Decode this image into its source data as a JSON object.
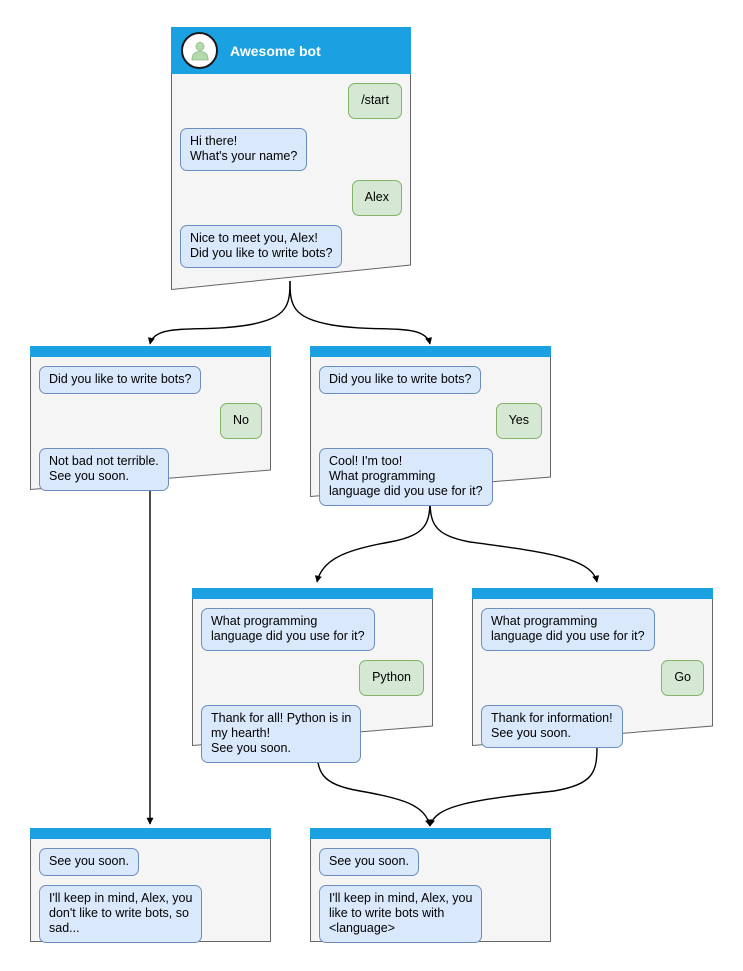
{
  "diagram": {
    "type": "telegram-bot-conversation-flowchart",
    "background": "#ffffff",
    "colors": {
      "header_blue": "#1ba1e2",
      "card_body": "#f5f5f5",
      "card_border": "#666666",
      "bot_bubble_fill": "#dae8fc",
      "bot_bubble_border": "#6c8ebf",
      "user_bubble_fill": "#d5e8d4",
      "user_bubble_border": "#82b366",
      "edge_stroke": "#000000",
      "avatar_person": "#b0d5a8"
    }
  },
  "nodes": {
    "root": {
      "id": "root",
      "title": "Awesome bot",
      "avatar_icon": "person-avatar-icon",
      "messages": [
        {
          "side": "user",
          "text": "/start"
        },
        {
          "side": "bot",
          "text": "Hi there!\nWhat's your name?"
        },
        {
          "side": "user",
          "text": "Alex"
        },
        {
          "side": "bot",
          "text": "Nice to meet you, Alex!\nDid you like to write bots?"
        }
      ]
    },
    "no_branch": {
      "id": "no_branch",
      "messages": [
        {
          "side": "bot",
          "text": "Did you like to write bots?"
        },
        {
          "side": "user",
          "text": "No"
        },
        {
          "side": "bot",
          "text": "Not bad not terrible.\nSee you soon."
        }
      ]
    },
    "yes_branch": {
      "id": "yes_branch",
      "messages": [
        {
          "side": "bot",
          "text": "Did you like to write bots?"
        },
        {
          "side": "user",
          "text": "Yes"
        },
        {
          "side": "bot",
          "text": "Cool! I'm too!\nWhat programming\nlanguage did you use for it?"
        }
      ]
    },
    "python_branch": {
      "id": "python_branch",
      "messages": [
        {
          "side": "bot",
          "text": "What programming\nlanguage did you use for it?"
        },
        {
          "side": "user",
          "text": "Python"
        },
        {
          "side": "bot",
          "text": "Thank for all! Python is in\nmy hearth!\nSee you soon."
        }
      ]
    },
    "go_branch": {
      "id": "go_branch",
      "messages": [
        {
          "side": "bot",
          "text": "What programming\nlanguage did you use for it?"
        },
        {
          "side": "user",
          "text": "Go"
        },
        {
          "side": "bot",
          "text": "Thank for information!\nSee you soon."
        }
      ]
    },
    "end_no": {
      "id": "end_no",
      "messages": [
        {
          "side": "bot",
          "text": "See you soon."
        },
        {
          "side": "bot",
          "text": "I'll keep in mind, Alex, you\ndon't like to write bots, so\nsad..."
        }
      ]
    },
    "end_yes": {
      "id": "end_yes",
      "messages": [
        {
          "side": "bot",
          "text": "See you soon."
        },
        {
          "side": "bot",
          "text": "I'll keep in mind, Alex, you\nlike to write bots with\n<language>"
        }
      ]
    }
  },
  "edges": [
    {
      "from": "root",
      "to": "no_branch",
      "style": "curved-branch"
    },
    {
      "from": "root",
      "to": "yes_branch",
      "style": "curved-branch"
    },
    {
      "from": "no_branch",
      "to": "end_no",
      "style": "straight-vertical"
    },
    {
      "from": "yes_branch",
      "to": "python_branch",
      "style": "curved-branch"
    },
    {
      "from": "yes_branch",
      "to": "go_branch",
      "style": "curved-branch"
    },
    {
      "from": "python_branch",
      "to": "end_yes",
      "style": "curved-merge"
    },
    {
      "from": "go_branch",
      "to": "end_yes",
      "style": "curved-merge"
    }
  ]
}
